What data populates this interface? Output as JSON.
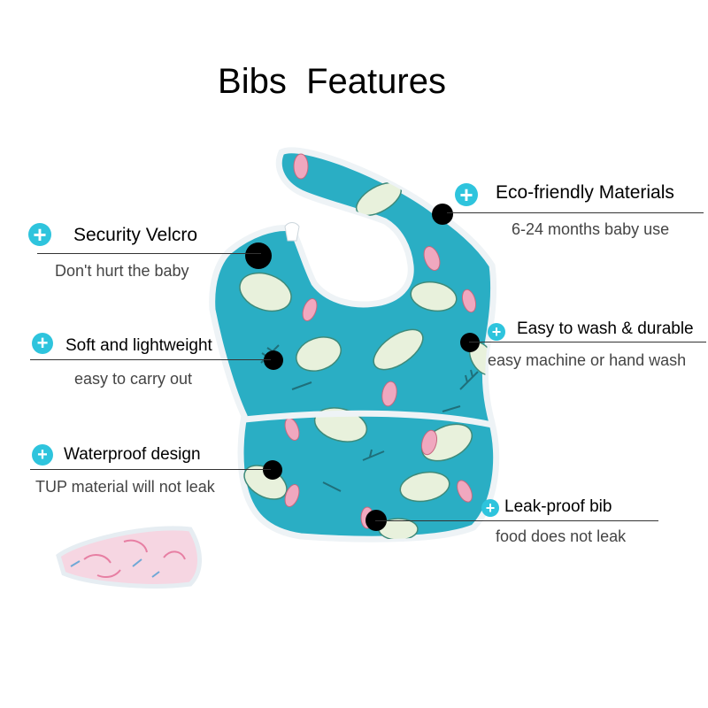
{
  "title": "Bibs  Features",
  "features": {
    "eco": {
      "title": "Eco-friendly Materials",
      "subtitle": "6-24 months baby use"
    },
    "velcro": {
      "title": "Security Velcro",
      "subtitle": "Don't hurt the baby"
    },
    "wash": {
      "title": "Easy to wash & durable",
      "subtitle": "easy machine or hand wash"
    },
    "soft": {
      "title": "Soft and lightweight",
      "subtitle": "easy to carry out"
    },
    "waterproof": {
      "title": "Waterproof design",
      "subtitle": "TUP material will not leak"
    },
    "leakproof": {
      "title": "Leak-proof bib",
      "subtitle": "food does not leak"
    }
  },
  "icons": {
    "feature_marker": "plus-icon",
    "callout_point": "dot-icon"
  },
  "colors": {
    "bib_fabric": "#2aaec4",
    "accent": "#2ec4dd",
    "leaf": "#e8f1dc",
    "cactus": "#f0a8bf",
    "trim": "#f2f6f8"
  }
}
